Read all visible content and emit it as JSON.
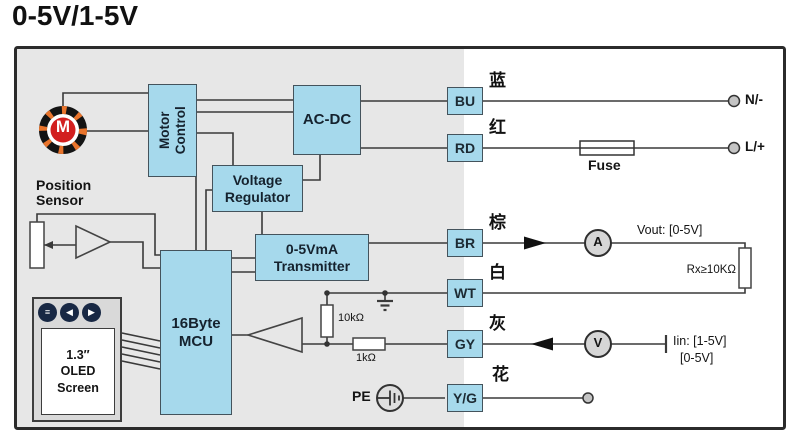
{
  "title": "0-5V/1-5V",
  "blocks": {
    "motor": "M",
    "motor_control": "Motor\nControl",
    "ac_dc": "AC-DC",
    "voltage_regulator": "Voltage\nRegulator",
    "transmitter": "0-5VmA\nTransmitter",
    "mcu": "16Byte\nMCU",
    "position_sensor": "Position\nSensor",
    "oled_screen": "1.3″\nOLED\nScreen"
  },
  "oled_buttons": [
    {
      "glyph": "≡"
    },
    {
      "glyph": "◀"
    },
    {
      "glyph": "▶"
    }
  ],
  "terminals": [
    {
      "code": "BU",
      "cn": "蓝"
    },
    {
      "code": "RD",
      "cn": "红"
    },
    {
      "code": "BR",
      "cn": "棕"
    },
    {
      "code": "WT",
      "cn": "白"
    },
    {
      "code": "GY",
      "cn": "灰"
    },
    {
      "code": "Y/G",
      "cn": "花"
    }
  ],
  "resistors": {
    "r_pullup": "10kΩ",
    "r_series": "1kΩ",
    "r_load": "Rx≥10KΩ"
  },
  "external": {
    "neutral": "N/-",
    "line": "L/+",
    "fuse": "Fuse",
    "ammeter": "A",
    "voltmeter": "V",
    "vout_label": "Vout: [0-5V]",
    "iin_label_1": "Iin: [1-5V]",
    "iin_label_2": "[0-5V]",
    "pe_label": "PE"
  },
  "colors": {
    "block_fill": "#a6d9ec",
    "panel_gray": "#e7e7e7",
    "motor_red": "#d21f1f",
    "ring_orange": "#e8742c",
    "wire": "#3a3a3a",
    "border": "#2b2b2b"
  }
}
